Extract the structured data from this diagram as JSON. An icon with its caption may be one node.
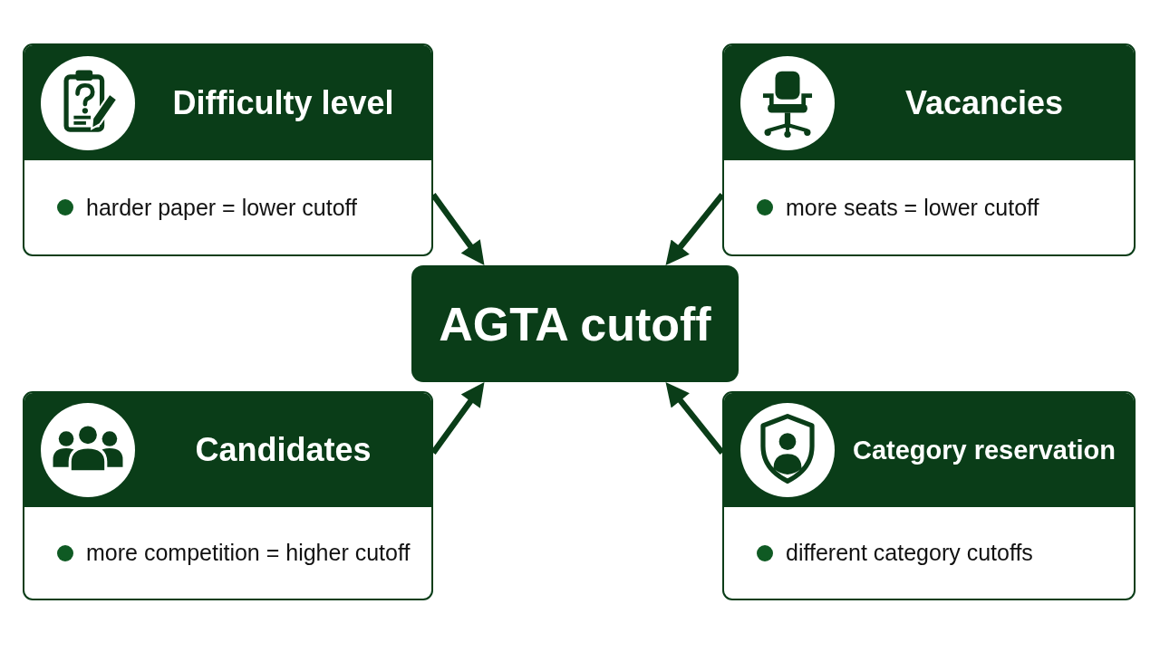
{
  "diagram": {
    "nodes": [
      {
        "text": [
          "Difficulty level",
          "harder paper = lower cutoff"
        ]
      },
      {
        "text": [
          "Vacancies",
          "more seats = lower cutoff"
        ]
      },
      {
        "text": [
          "AGTA cutoff"
        ]
      },
      {
        "text": [
          "Candidates",
          "more competition = higher cutoff"
        ]
      },
      {
        "text": [
          "Category reservation",
          "different category cutoffs"
        ]
      }
    ],
    "edges": [
      {
        "from": 0,
        "to": 2,
        "arrow": "to"
      },
      {
        "from": 1,
        "to": 2,
        "arrow": "to"
      },
      {
        "from": 3,
        "to": 2,
        "arrow": "to"
      },
      {
        "from": 4,
        "to": 2,
        "arrow": "to"
      }
    ]
  }
}
